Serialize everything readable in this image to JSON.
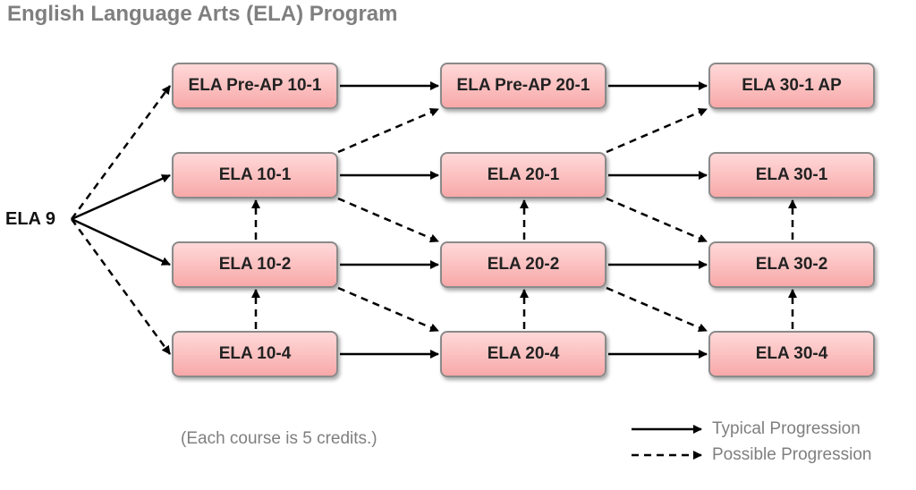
{
  "title": "English Language Arts (ELA) Program",
  "start": "ELA 9",
  "courses": {
    "c101ap": "ELA Pre-AP 10-1",
    "c201ap": "ELA Pre-AP 20-1",
    "c301ap": "ELA 30-1 AP",
    "c101": "ELA 10-1",
    "c201": "ELA 20-1",
    "c301": "ELA 30-1",
    "c102": "ELA 10-2",
    "c202": "ELA 20-2",
    "c302": "ELA 30-2",
    "c104": "ELA 10-4",
    "c204": "ELA 20-4",
    "c304": "ELA 30-4"
  },
  "note": "(Each course is 5 credits.)",
  "legend": {
    "typical": "Typical Progression",
    "possible": "Possible Progression"
  }
}
